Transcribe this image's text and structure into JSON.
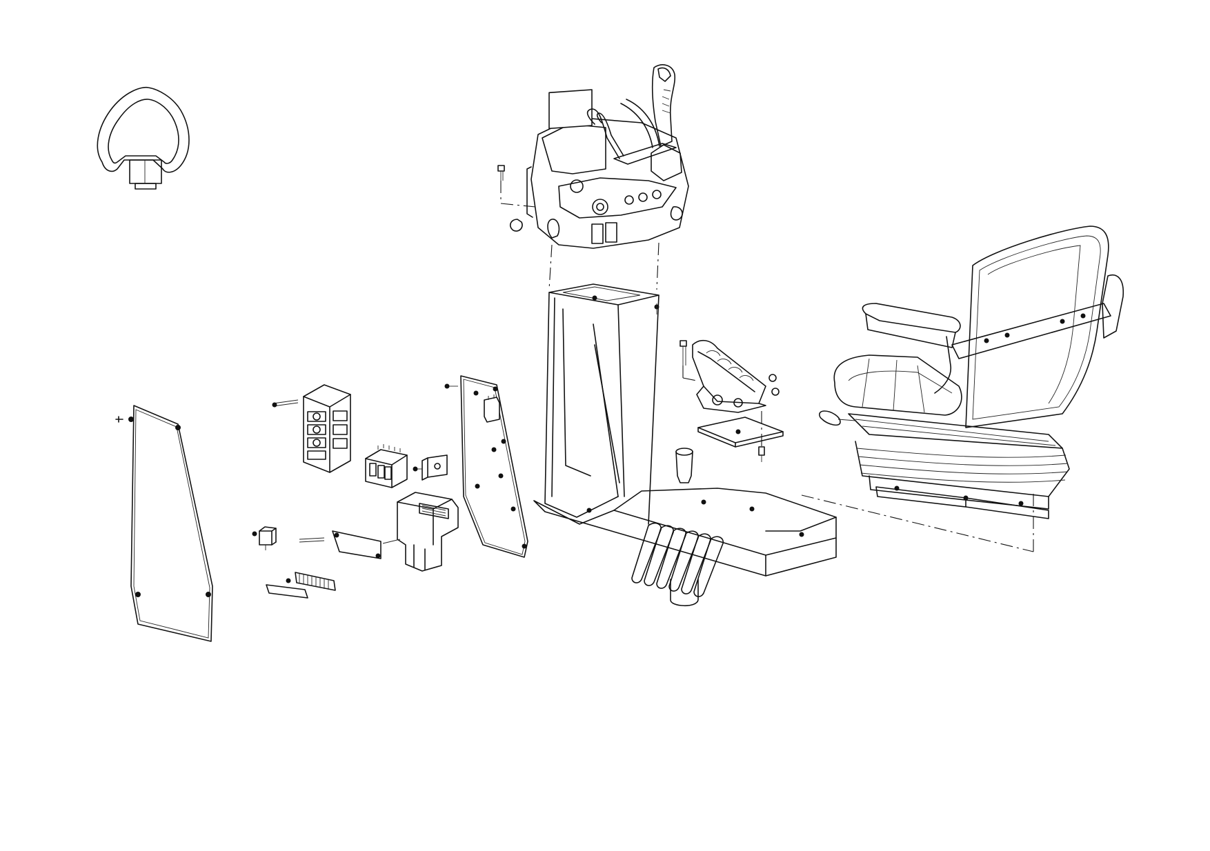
{
  "drawing": {
    "kind": "exploded-assembly-line-drawing",
    "background": "#ffffff",
    "line_color": "#111111",
    "parts": [
      "grab-handle",
      "side-cover-panel",
      "fuse-relay-box",
      "relay-block",
      "mounting-bracket",
      "control-unit",
      "small-relay",
      "terminal-strip",
      "electrical-mounting-plate",
      "control-console",
      "console-pedestal",
      "foot-pedal",
      "pedal-mounting-plate",
      "operator-seat",
      "base-frame"
    ]
  }
}
